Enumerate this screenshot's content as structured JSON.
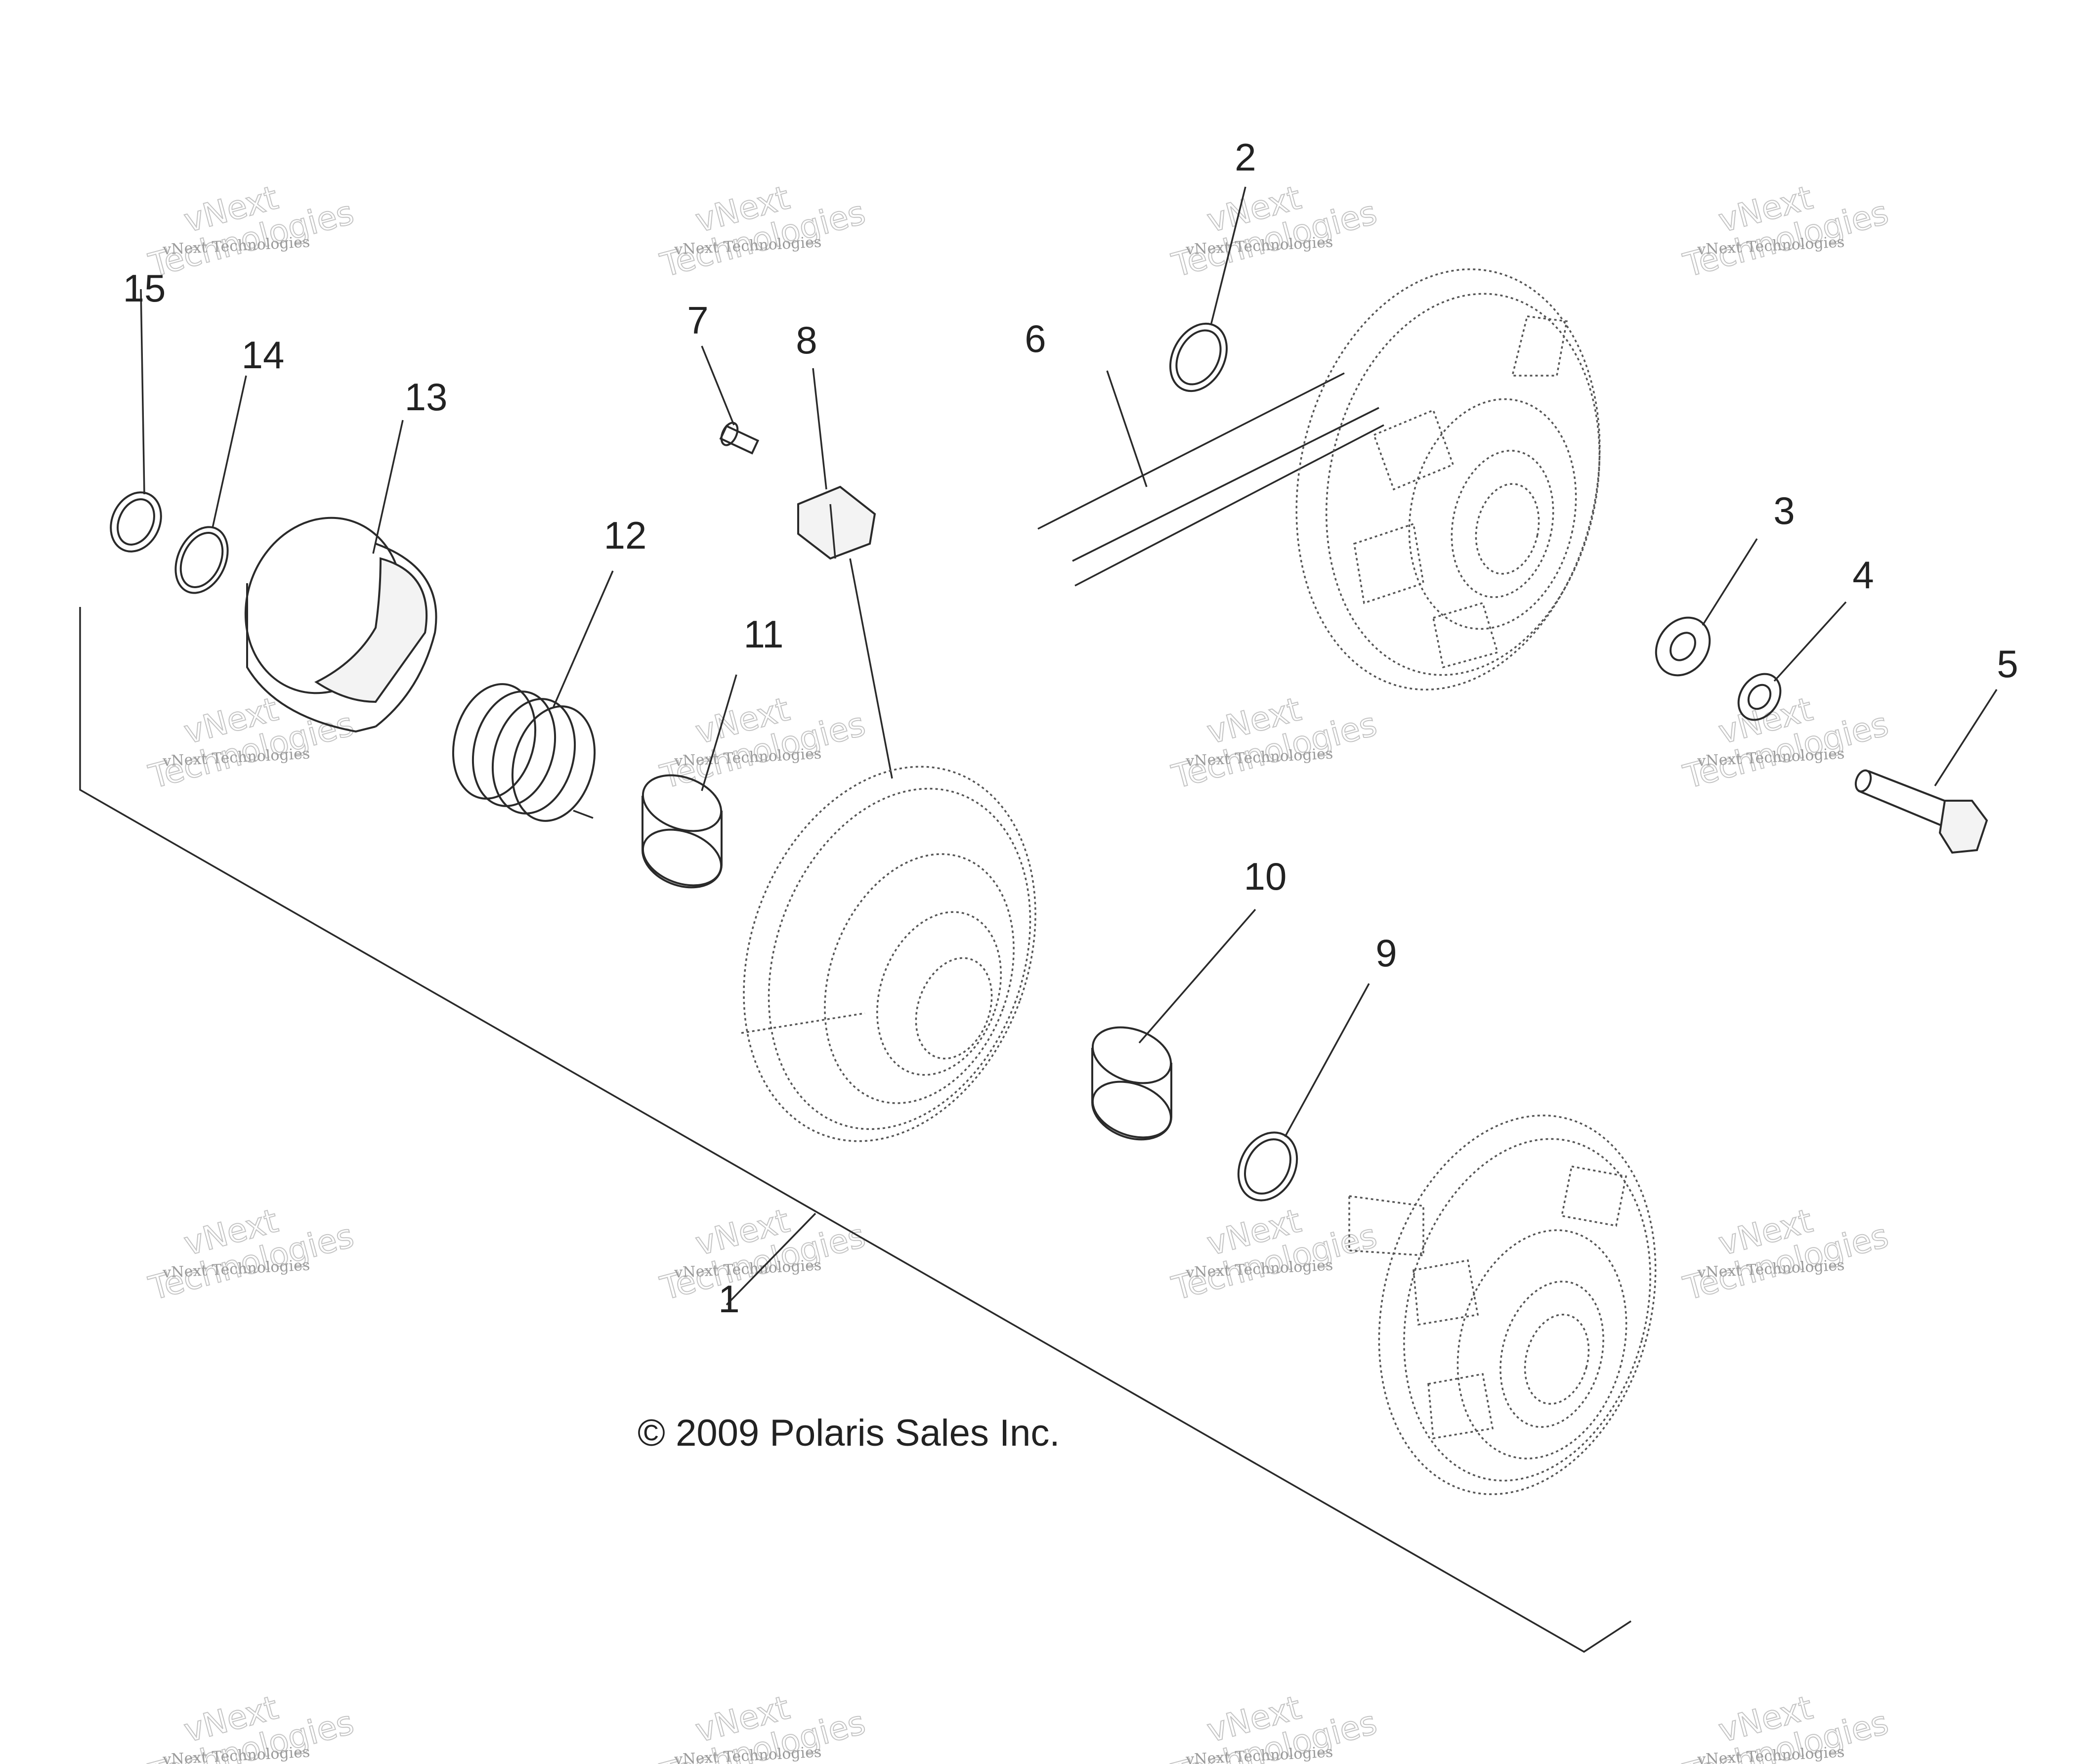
{
  "diagram": {
    "callouts": [
      {
        "id": "1",
        "text": "1"
      },
      {
        "id": "2",
        "text": "2"
      },
      {
        "id": "3",
        "text": "3"
      },
      {
        "id": "4",
        "text": "4"
      },
      {
        "id": "5",
        "text": "5"
      },
      {
        "id": "6",
        "text": "6"
      },
      {
        "id": "7",
        "text": "7"
      },
      {
        "id": "8",
        "text": "8"
      },
      {
        "id": "9",
        "text": "9"
      },
      {
        "id": "10",
        "text": "10"
      },
      {
        "id": "11",
        "text": "11"
      },
      {
        "id": "12",
        "text": "12"
      },
      {
        "id": "13",
        "text": "13"
      },
      {
        "id": "14",
        "text": "14"
      },
      {
        "id": "15",
        "text": "15"
      }
    ],
    "copyright": "© 2009 Polaris Sales Inc.",
    "watermark": {
      "line1": "vNext Technologies",
      "line2": "vNext",
      "line3": "Technologies"
    }
  }
}
